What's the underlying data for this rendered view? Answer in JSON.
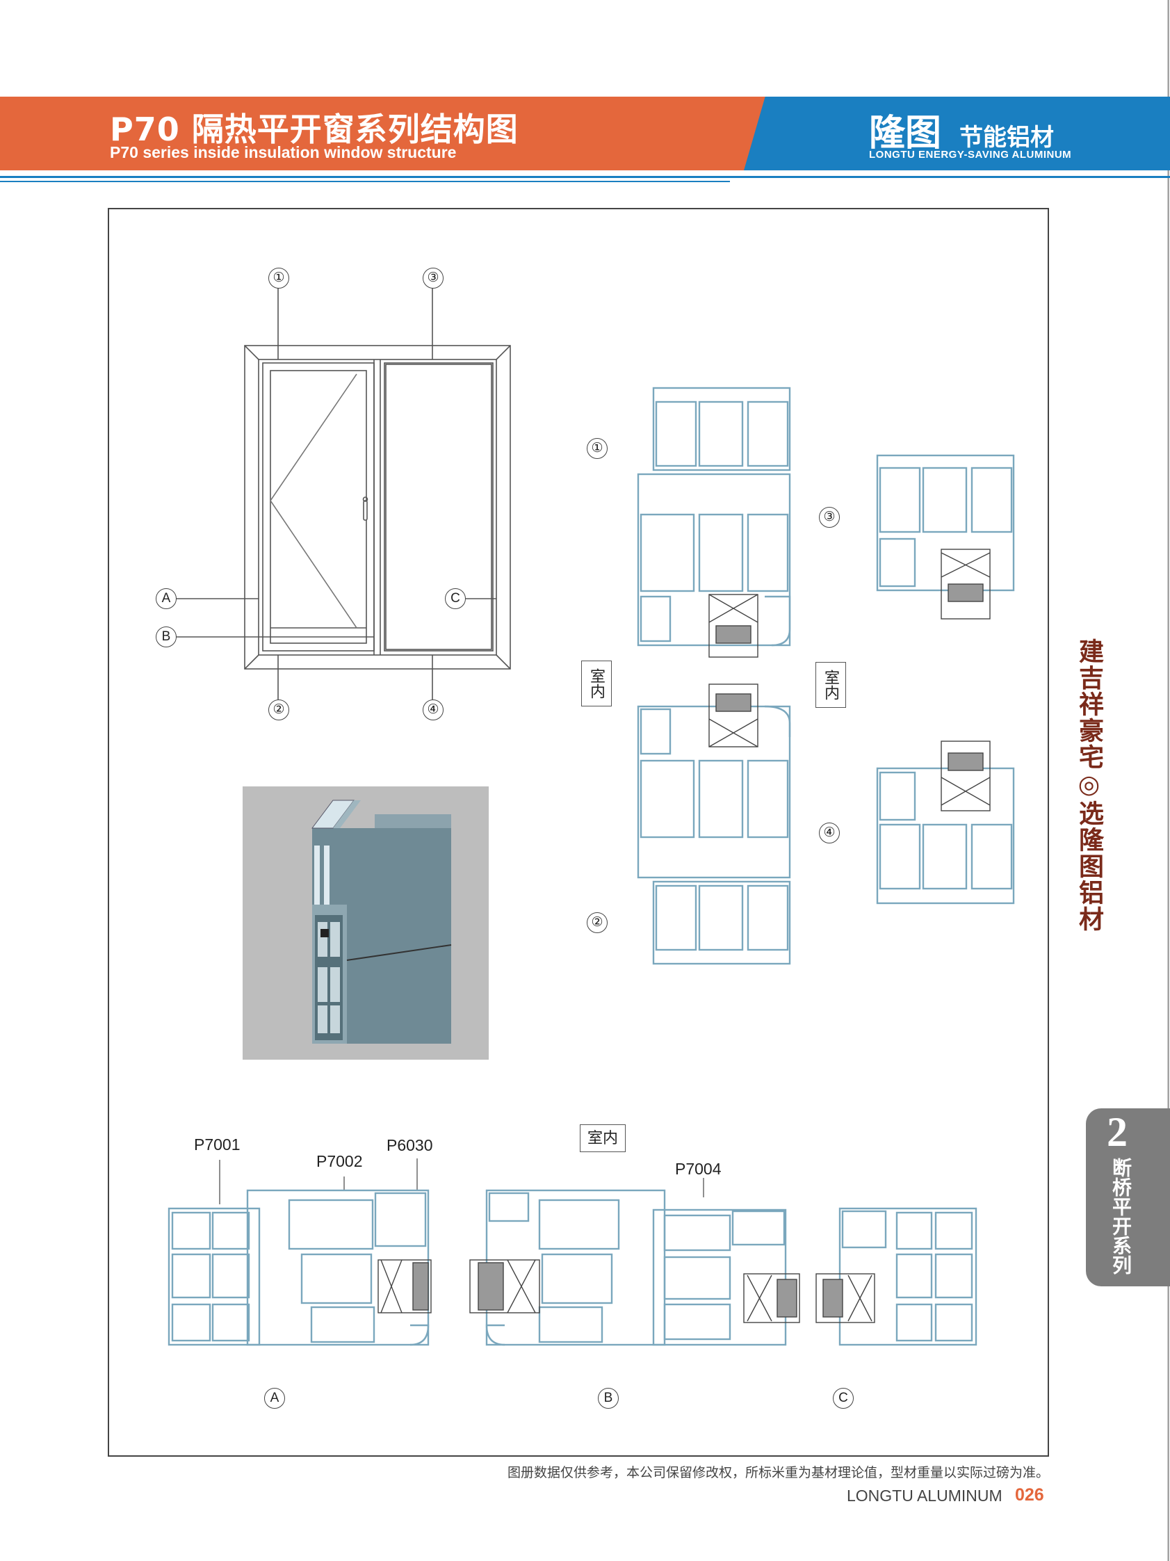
{
  "header": {
    "title_cn": "P70 隔热平开窗系列结构图",
    "title_en": "P70 series inside insulation window structure",
    "brand_name": "隆图",
    "brand_sub": "节能铝材",
    "brand_en": "LONGTU ENERGY-SAVING ALUMINUM",
    "colors": {
      "orange": "#e4673c",
      "blue": "#1a7fc1"
    }
  },
  "elevation": {
    "markers": [
      "①",
      "②",
      "③",
      "④"
    ],
    "letters": [
      "A",
      "B",
      "C"
    ]
  },
  "sections": {
    "indoor_label": "室内",
    "markers": [
      "①",
      "②",
      "③",
      "④"
    ]
  },
  "bottom_section": {
    "codes": [
      "P7001",
      "P7002",
      "P6030",
      "P7004"
    ],
    "indoor_label": "室内",
    "letters": [
      "A",
      "B",
      "C"
    ]
  },
  "side": {
    "slogan": "建吉祥豪宅◎选隆图铝材",
    "tab_number": "2",
    "tab_text": "断桥平开系列",
    "tab_color": "#7d7d7d"
  },
  "footer": {
    "disclaimer": "图册数据仅供参考，本公司保留修改权，所标米重为基材理论值，型材重量以实际过磅为准。",
    "brand": "LONGTU ALUMINUM",
    "page": "026"
  }
}
